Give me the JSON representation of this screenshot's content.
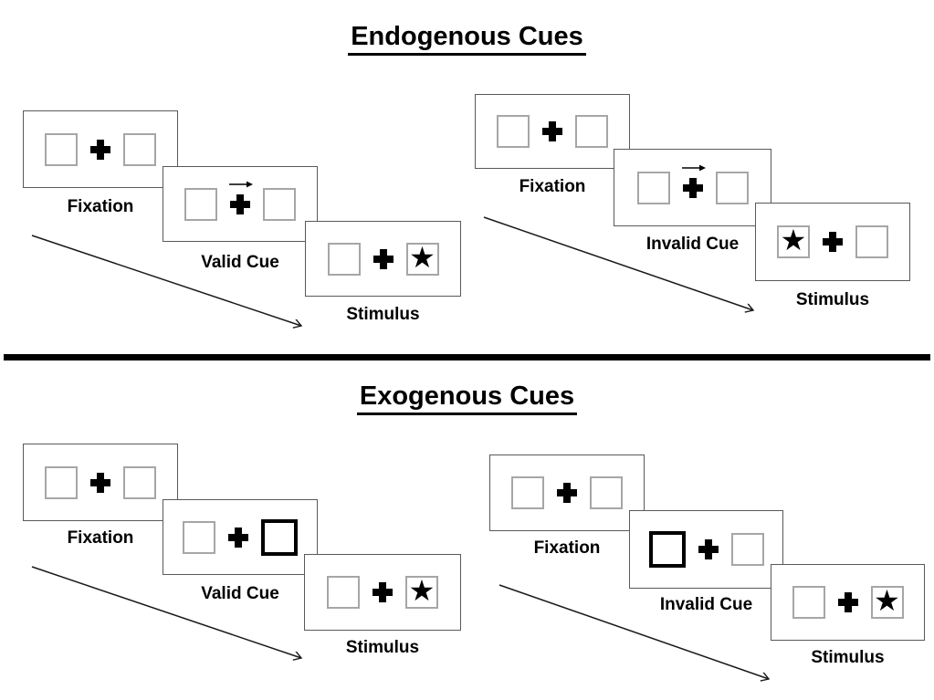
{
  "colors": {
    "background": "#ffffff",
    "ink": "#000000",
    "card_border": "#595959",
    "placeholder_square_border": "#a6a6a6",
    "divider": "#000000"
  },
  "sections": [
    {
      "title": "Endogenous Cues",
      "panels": [
        {
          "cue_validity": "valid",
          "steps": [
            {
              "label": "Fixation",
              "left_box": "empty",
              "center": "fixation-cross",
              "right_box": "empty"
            },
            {
              "label": "Valid Cue",
              "left_box": "empty",
              "center": "fixation-cross with right-pointing arrow above",
              "right_box": "empty"
            },
            {
              "label": "Stimulus",
              "left_box": "empty",
              "center": "fixation-cross",
              "right_box": "star"
            }
          ]
        },
        {
          "cue_validity": "invalid",
          "steps": [
            {
              "label": "Fixation",
              "left_box": "empty",
              "center": "fixation-cross",
              "right_box": "empty"
            },
            {
              "label": "Invalid Cue",
              "left_box": "empty",
              "center": "fixation-cross with right-pointing arrow above",
              "right_box": "empty"
            },
            {
              "label": "Stimulus",
              "left_box": "star",
              "center": "fixation-cross",
              "right_box": "empty"
            }
          ]
        }
      ]
    },
    {
      "title": "Exogenous Cues",
      "panels": [
        {
          "cue_validity": "valid",
          "steps": [
            {
              "label": "Fixation",
              "left_box": "empty",
              "center": "fixation-cross",
              "right_box": "empty"
            },
            {
              "label": "Valid Cue",
              "left_box": "empty",
              "center": "fixation-cross",
              "right_box": "bold-outline-box"
            },
            {
              "label": "Stimulus",
              "left_box": "empty",
              "center": "fixation-cross",
              "right_box": "star"
            }
          ]
        },
        {
          "cue_validity": "invalid",
          "steps": [
            {
              "label": "Fixation",
              "left_box": "empty",
              "center": "fixation-cross",
              "right_box": "empty"
            },
            {
              "label": "Invalid Cue",
              "left_box": "bold-outline-box",
              "center": "fixation-cross",
              "right_box": "empty"
            },
            {
              "label": "Stimulus",
              "left_box": "empty",
              "center": "fixation-cross",
              "right_box": "star"
            }
          ]
        }
      ]
    }
  ]
}
